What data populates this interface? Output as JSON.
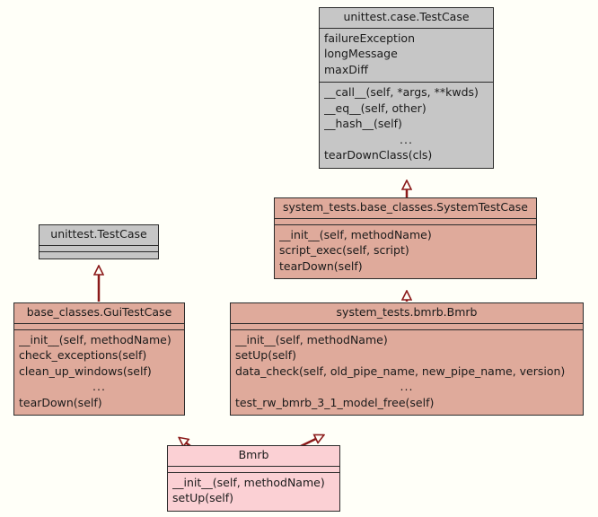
{
  "diagram": {
    "title": "UML class inheritance diagram",
    "background_color": "#fffff8",
    "edge_color": "#8b1a1a",
    "colors": {
      "external_class": "#c6c6c6",
      "project_class": "#dfaa9b",
      "focus_class": "#fbd0d4",
      "border": "#2b2b2b"
    }
  },
  "classes": {
    "unittest_case_testcase": {
      "name": "unittest.case.TestCase",
      "attributes": [
        "failureException",
        "longMessage",
        "maxDiff"
      ],
      "methods": [
        "__call__(self, *args, **kwds)",
        "__eq__(self, other)",
        "__hash__(self)",
        "...",
        "tearDownClass(cls)"
      ]
    },
    "unittest_testcase": {
      "name": "unittest.TestCase",
      "attributes": [],
      "methods": []
    },
    "system_tests_base_classes_systemtestcase": {
      "name": "system_tests.base_classes.SystemTestCase",
      "attributes": [],
      "methods": [
        "__init__(self, methodName)",
        "script_exec(self, script)",
        "tearDown(self)"
      ]
    },
    "base_classes_guitestcase": {
      "name": "base_classes.GuiTestCase",
      "attributes": [],
      "methods": [
        "__init__(self, methodName)",
        "check_exceptions(self)",
        "clean_up_windows(self)",
        "...",
        "tearDown(self)"
      ]
    },
    "system_tests_bmrb_bmrb": {
      "name": "system_tests.bmrb.Bmrb",
      "attributes": [],
      "methods": [
        "__init__(self, methodName)",
        "setUp(self)",
        "data_check(self, old_pipe_name, new_pipe_name, version)",
        "...",
        "test_rw_bmrb_3_1_model_free(self)"
      ]
    },
    "bmrb": {
      "name": "Bmrb",
      "attributes": [],
      "methods": [
        "__init__(self, methodName)",
        "setUp(self)"
      ]
    }
  },
  "relationships": [
    {
      "from": "system_tests_base_classes_systemtestcase",
      "to": "unittest_case_testcase",
      "type": "inheritance"
    },
    {
      "from": "base_classes_guitestcase",
      "to": "unittest_testcase",
      "type": "inheritance"
    },
    {
      "from": "system_tests_bmrb_bmrb",
      "to": "system_tests_base_classes_systemtestcase",
      "type": "inheritance"
    },
    {
      "from": "bmrb",
      "to": "base_classes_guitestcase",
      "type": "inheritance"
    },
    {
      "from": "bmrb",
      "to": "system_tests_bmrb_bmrb",
      "type": "inheritance"
    }
  ]
}
